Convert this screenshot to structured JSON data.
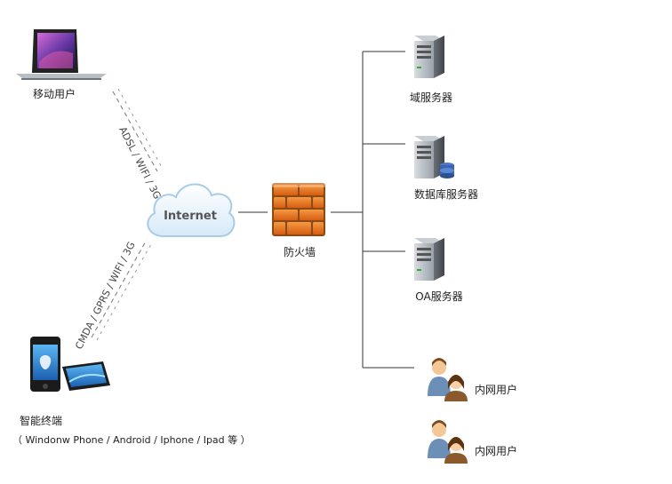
{
  "nodes": {
    "mobile_user": "移动用户",
    "internet": "Internet",
    "firewall": "防火墙",
    "domain_server": "域服务器",
    "database_server": "数据库服务器",
    "oa_server": "OA服务器",
    "intranet_user_1": "内网用户",
    "intranet_user_2": "内网用户",
    "smart_terminal": "智能终端",
    "smart_terminal_detail": "（ Windonw Phone / Android / Iphone / Ipad 等 ）"
  },
  "links": {
    "mobile_link": "ADSL / WIFI / 3G",
    "terminal_link": "CMDA / GPRS / WIFI / 3G"
  },
  "colors": {
    "line": "#333333",
    "dashed": "#666666",
    "cloud_fill": "#eaf4fc",
    "cloud_stroke": "#a8cbe6",
    "brick": "#e2701e",
    "mortar": "#8c4a14",
    "server": "#8a8f96"
  }
}
